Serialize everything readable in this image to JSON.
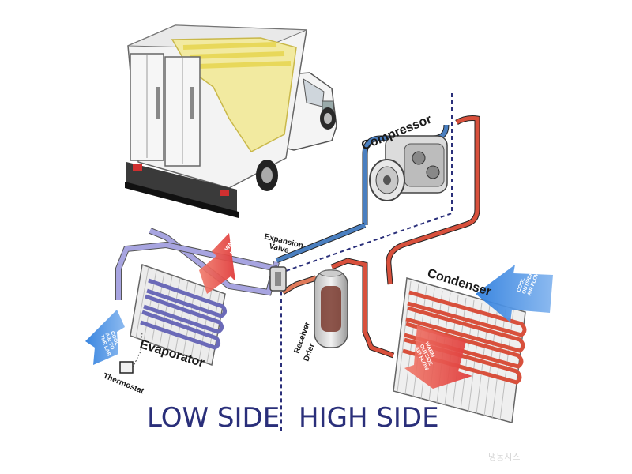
{
  "labels": {
    "compressor": "Compressor",
    "expansion_valve_1": "Expansion",
    "expansion_valve_2": "Valve",
    "condenser": "Condenser",
    "evaporator": "Evaporator",
    "thermostat": "Thermostat",
    "receiver_drier_1": "Receiver",
    "receiver_drier_2": "Drier"
  },
  "sides": {
    "low": "LOW SIDE",
    "high": "HIGH SIDE"
  },
  "airflow": {
    "warm_air_1": "WARM",
    "warm_air_2": "INLET AIR",
    "cool_air_1": "COOL",
    "cool_air_2": "AIR TO",
    "cool_air_3": "THE LAB",
    "warm_outside_1": "WARM",
    "warm_outside_2": "OUTSIDE",
    "warm_outside_3": "AIR FLOW",
    "cool_outside_1": "COOL",
    "cool_outside_2": "OUTSIDE",
    "cool_outside_3": "AIR FLOW"
  },
  "watermark": "냉동시스",
  "colors": {
    "low_pressure": "#4a7fc0",
    "low_gas": "#9a98d8",
    "high_pressure": "#d8503c",
    "warm_arrow": "#e04848",
    "cool_arrow": "#4a8ee0",
    "side_text": "#2a2f7a"
  }
}
